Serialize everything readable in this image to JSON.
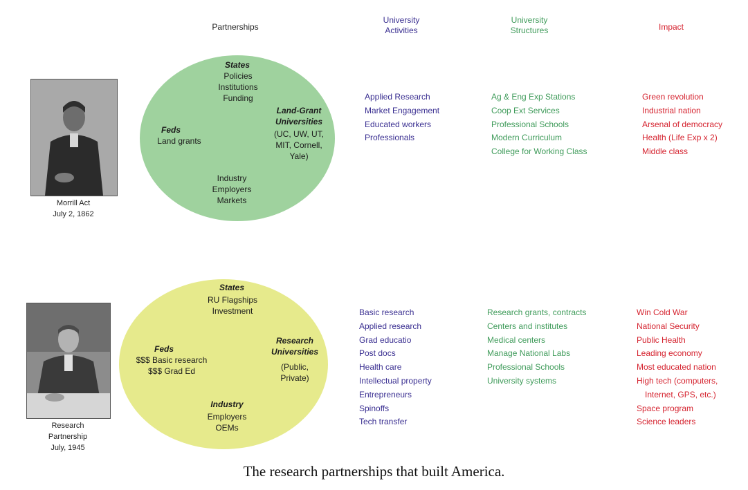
{
  "headers": {
    "partnerships": "Partnerships",
    "activities": "University\nActivities",
    "structures": "University\nStructures",
    "impact": "Impact"
  },
  "colors": {
    "activities": "#3a2f91",
    "structures": "#3f9b5a",
    "impact": "#d5232f",
    "green_ellipse": "#9fd29e",
    "yellow_ellipse": "#e6ea8c"
  },
  "row1": {
    "photo_caption": "Morrill Act\nJuly 2, 1862",
    "ellipse": {
      "states_title": "States",
      "states_items": "Policies\nInstitutions\nFunding",
      "feds_title": "Feds",
      "feds_items": "Land grants",
      "universities_title": "Land-Grant\nUniversities",
      "universities_items": "(UC, UW, UT,\nMIT, Cornell,\nYale)",
      "industry_items": "Industry\nEmployers\nMarkets"
    },
    "activities": [
      "Applied Research",
      "Market Engagement",
      "Educated workers",
      "Professionals"
    ],
    "structures": [
      "Ag & Eng Exp Stations",
      "Coop Ext Services",
      "Professional Schools",
      "Modern Curriculum",
      "College for Working Class"
    ],
    "impact": [
      "Green revolution",
      "Industrial nation",
      "Arsenal of democracy",
      "Health (Life Exp x 2)",
      "Middle class"
    ]
  },
  "row2": {
    "photo_caption": "Research\nPartnership\nJuly, 1945",
    "ellipse": {
      "states_title": "States",
      "states_items": "RU Flagships\nInvestment",
      "feds_title": "Feds",
      "feds_items": "$$$ Basic research\n$$$ Grad Ed",
      "universities_title": "Research\nUniversities",
      "universities_items": "(Public,\nPrivate)",
      "industry_title": "Industry",
      "industry_items": "Employers\nOEMs"
    },
    "activities": [
      "Basic research",
      "Applied research",
      "Grad educatio",
      "Post docs",
      "Health care",
      "Intellectual property",
      "Entrepreneurs",
      "Spinoffs",
      "Tech transfer"
    ],
    "structures": [
      "Research grants, contracts",
      "Centers and institutes",
      "Medical centers",
      "Manage National Labs",
      "Professional Schools",
      "University systems"
    ],
    "impact": [
      "Win Cold War",
      "National Security",
      "Public Health",
      "Leading economy",
      "Most educated nation",
      "High tech (computers,",
      "Internet, GPS, etc.)",
      "Space program",
      "Science leaders"
    ]
  },
  "caption": "The research partnerships that built America."
}
